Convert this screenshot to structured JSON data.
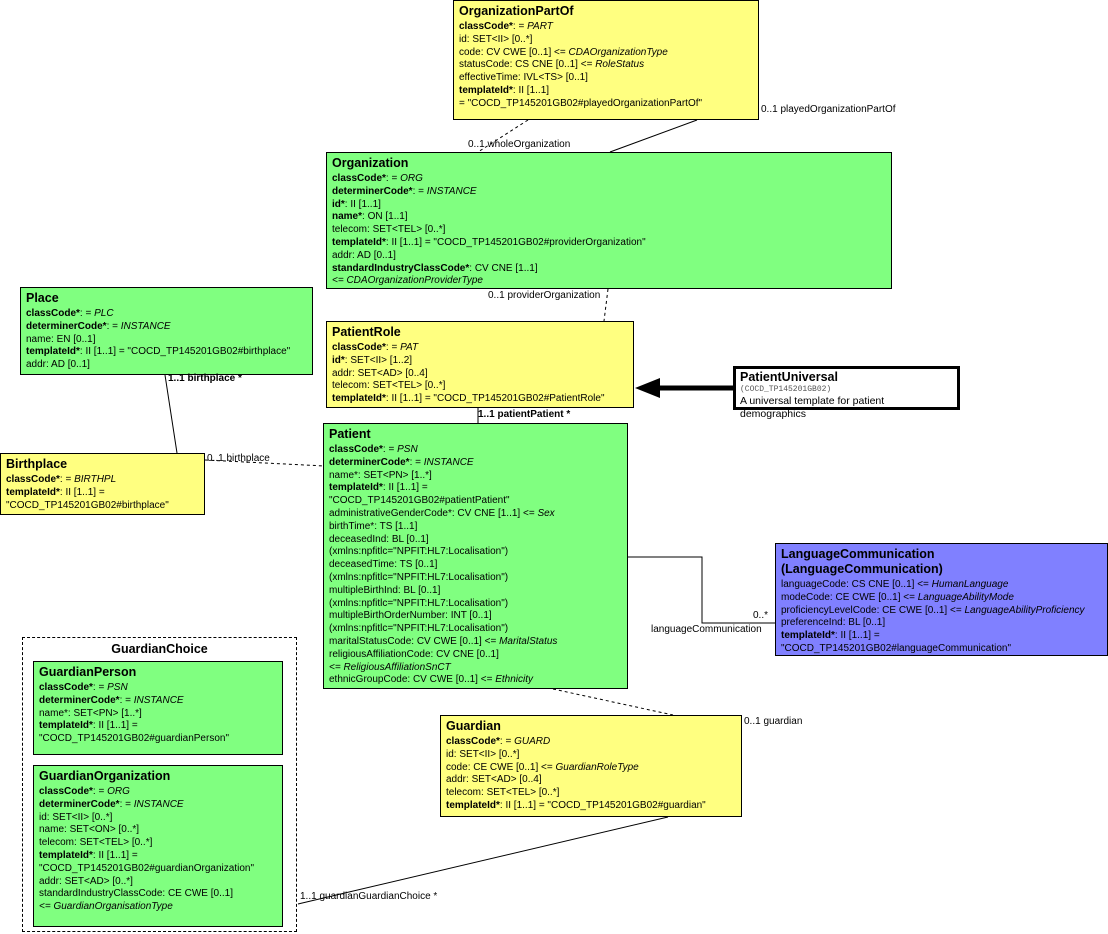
{
  "boxes": {
    "organizationPartOf": {
      "title": "OrganizationPartOf",
      "attrs": [
        {
          "name": "classCode*",
          "bold": true,
          "rest": ": = ",
          "italic": "PART"
        },
        {
          "name": "id",
          "bold": false,
          "rest": ": SET<II> [0..*]",
          "italic": ""
        },
        {
          "name": "code",
          "bold": false,
          "rest": ": CV CWE [0..1] <= ",
          "italic": "CDAOrganizationType"
        },
        {
          "name": "statusCode",
          "bold": false,
          "rest": ": CS CNE [0..1] <= ",
          "italic": "RoleStatus"
        },
        {
          "name": "effectiveTime",
          "bold": false,
          "rest": ": IVL<TS> [0..1]",
          "italic": ""
        },
        {
          "name": "templateId*",
          "bold": true,
          "rest": ": II [1..1]",
          "italic": ""
        },
        {
          "name": "",
          "bold": false,
          "rest": " = \"COCD_TP145201GB02#playedOrganizationPartOf\"",
          "italic": ""
        }
      ]
    },
    "organization": {
      "title": "Organization",
      "attrs": [
        {
          "name": "classCode*",
          "bold": true,
          "rest": ": = ",
          "italic": "ORG"
        },
        {
          "name": "determinerCode*",
          "bold": true,
          "rest": ": = ",
          "italic": "INSTANCE"
        },
        {
          "name": "id*",
          "bold": true,
          "rest": ": II [1..1]",
          "italic": ""
        },
        {
          "name": "name*",
          "bold": true,
          "rest": ": ON [1..1]",
          "italic": ""
        },
        {
          "name": "telecom",
          "bold": false,
          "rest": ": SET<TEL> [0..*]",
          "italic": ""
        },
        {
          "name": "templateId*",
          "bold": true,
          "rest": ": II [1..1] = \"COCD_TP145201GB02#providerOrganization\"",
          "italic": ""
        },
        {
          "name": "addr",
          "bold": false,
          "rest": ": AD [0..1]",
          "italic": ""
        },
        {
          "name": "standardIndustryClassCode*",
          "bold": true,
          "rest": ": CV CNE [1..1]",
          "italic": ""
        },
        {
          "name": "",
          "bold": false,
          "rest": " ",
          "italic": "<= CDAOrganizationProviderType"
        }
      ]
    },
    "place": {
      "title": "Place",
      "attrs": [
        {
          "name": "classCode*",
          "bold": true,
          "rest": ": = ",
          "italic": "PLC"
        },
        {
          "name": "determinerCode*",
          "bold": true,
          "rest": ": = ",
          "italic": "INSTANCE"
        },
        {
          "name": "name",
          "bold": false,
          "rest": ": EN [0..1]",
          "italic": ""
        },
        {
          "name": "templateId*",
          "bold": true,
          "rest": ": II [1..1] = \"COCD_TP145201GB02#birthplace\"",
          "italic": ""
        },
        {
          "name": "addr",
          "bold": false,
          "rest": ": AD [0..1]",
          "italic": ""
        }
      ]
    },
    "patientRole": {
      "title": "PatientRole",
      "attrs": [
        {
          "name": "classCode*",
          "bold": true,
          "rest": ": = ",
          "italic": "PAT"
        },
        {
          "name": "id*",
          "bold": true,
          "rest": ": SET<II> [1..2]",
          "italic": ""
        },
        {
          "name": "addr",
          "bold": false,
          "rest": ": SET<AD> [0..4]",
          "italic": ""
        },
        {
          "name": "telecom",
          "bold": false,
          "rest": ": SET<TEL> [0..*]",
          "italic": ""
        },
        {
          "name": "templateId*",
          "bold": true,
          "rest": ": II [1..1] = \"COCD_TP145201GB02#PatientRole\"",
          "italic": ""
        }
      ]
    },
    "patientUniversal": {
      "title": "PatientUniversal",
      "code": "(COCD_TP145201GB02)",
      "desc": "A universal template for patient demographics"
    },
    "birthplace": {
      "title": "Birthplace",
      "attrs": [
        {
          "name": "classCode*",
          "bold": true,
          "rest": ": = ",
          "italic": "BIRTHPL"
        },
        {
          "name": "templateId*",
          "bold": true,
          "rest": ": II [1..1] =",
          "italic": ""
        },
        {
          "name": "",
          "bold": false,
          "rest": "\"COCD_TP145201GB02#birthplace\"",
          "italic": ""
        }
      ]
    },
    "patient": {
      "title": "Patient",
      "attrs": [
        {
          "name": "classCode*",
          "bold": true,
          "rest": ": = ",
          "italic": "PSN"
        },
        {
          "name": "determinerCode*",
          "bold": true,
          "rest": ": = ",
          "italic": "INSTANCE"
        },
        {
          "name": "name*",
          "bold": false,
          "rest": ": SET<PN> [1..*]",
          "italic": ""
        },
        {
          "name": "templateId*",
          "bold": true,
          "rest": ": II [1..1] =",
          "italic": ""
        },
        {
          "name": "",
          "bold": false,
          "rest": "\"COCD_TP145201GB02#patientPatient\"",
          "italic": ""
        },
        {
          "name": "administrativeGenderCode*",
          "bold": false,
          "rest": ": CV CNE [1..1] <= ",
          "italic": "Sex"
        },
        {
          "name": "birthTime*",
          "bold": false,
          "rest": ": TS [1..1]",
          "italic": ""
        },
        {
          "name": "deceasedInd",
          "bold": false,
          "rest": ": BL [0..1]",
          "italic": ""
        },
        {
          "name": "",
          "bold": false,
          "rest": "(xmlns:npfitlc=\"NPFIT:HL7:Localisation\")",
          "italic": ""
        },
        {
          "name": "deceasedTime",
          "bold": false,
          "rest": ": TS [0..1]",
          "italic": ""
        },
        {
          "name": "",
          "bold": false,
          "rest": "(xmlns:npfitlc=\"NPFIT:HL7:Localisation\")",
          "italic": ""
        },
        {
          "name": "multipleBirthInd",
          "bold": false,
          "rest": ": BL [0..1]",
          "italic": ""
        },
        {
          "name": "",
          "bold": false,
          "rest": " (xmlns:npfitlc=\"NPFIT:HL7:Localisation\")",
          "italic": ""
        },
        {
          "name": "multipleBirthOrderNumber",
          "bold": false,
          "rest": ": INT [0..1]",
          "italic": ""
        },
        {
          "name": "",
          "bold": false,
          "rest": " (xmlns:npfitlc=\"NPFIT:HL7:Localisation\")",
          "italic": ""
        },
        {
          "name": "maritalStatusCode",
          "bold": false,
          "rest": ": CV CWE [0..1] <= ",
          "italic": "MaritalStatus"
        },
        {
          "name": "religiousAffiliationCode",
          "bold": false,
          "rest": ": CV CNE [0..1]",
          "italic": ""
        },
        {
          "name": "",
          "bold": false,
          "rest": " ",
          "italic": "<= ReligiousAffiliationSnCT"
        },
        {
          "name": "ethnicGroupCode",
          "bold": false,
          "rest": ": CV CWE [0..1] <= ",
          "italic": "Ethnicity"
        }
      ]
    },
    "languageCommunication": {
      "title": "LanguageCommunication",
      "title2": "(LanguageCommunication)",
      "attrs": [
        {
          "name": "languageCode",
          "bold": false,
          "rest": ": CS CNE [0..1] <= ",
          "italic": "HumanLanguage"
        },
        {
          "name": "modeCode",
          "bold": false,
          "rest": ": CE CWE [0..1] <= ",
          "italic": "LanguageAbilityMode"
        },
        {
          "name": "proficiencyLevelCode",
          "bold": false,
          "rest": ": CE CWE [0..1] <= ",
          "italic": "LanguageAbilityProficiency"
        },
        {
          "name": "preferenceInd",
          "bold": false,
          "rest": ": BL [0..1]",
          "italic": ""
        },
        {
          "name": "templateId*",
          "bold": true,
          "rest": ": II [1..1] =",
          "italic": ""
        },
        {
          "name": "",
          "bold": false,
          "rest": "\"COCD_TP145201GB02#languageCommunication\"",
          "italic": ""
        }
      ]
    },
    "guardianChoice": {
      "title": "GuardianChoice"
    },
    "guardianPerson": {
      "title": "GuardianPerson",
      "attrs": [
        {
          "name": "classCode*",
          "bold": true,
          "rest": ": = ",
          "italic": "PSN"
        },
        {
          "name": "determinerCode*",
          "bold": true,
          "rest": ": = ",
          "italic": "INSTANCE"
        },
        {
          "name": "name*",
          "bold": false,
          "rest": ": SET<PN> [1..*]",
          "italic": ""
        },
        {
          "name": "templateId*",
          "bold": true,
          "rest": ": II [1..1] =",
          "italic": ""
        },
        {
          "name": "",
          "bold": false,
          "rest": "\"COCD_TP145201GB02#guardianPerson\"",
          "italic": ""
        }
      ]
    },
    "guardianOrganization": {
      "title": "GuardianOrganization",
      "attrs": [
        {
          "name": "classCode*",
          "bold": true,
          "rest": ": = ",
          "italic": "ORG"
        },
        {
          "name": "determinerCode*",
          "bold": true,
          "rest": ": = ",
          "italic": "INSTANCE"
        },
        {
          "name": "id",
          "bold": false,
          "rest": ": SET<II> [0..*]",
          "italic": ""
        },
        {
          "name": "name",
          "bold": false,
          "rest": ": SET<ON> [0..*]",
          "italic": ""
        },
        {
          "name": "telecom",
          "bold": false,
          "rest": ": SET<TEL> [0..*]",
          "italic": ""
        },
        {
          "name": "templateId*",
          "bold": true,
          "rest": ": II [1..1] =",
          "italic": ""
        },
        {
          "name": "",
          "bold": false,
          "rest": "\"COCD_TP145201GB02#guardianOrganization\"",
          "italic": ""
        },
        {
          "name": "addr",
          "bold": false,
          "rest": ": SET<AD> [0..*]",
          "italic": ""
        },
        {
          "name": "standardIndustryClassCode",
          "bold": false,
          "rest": ": CE CWE [0..1]",
          "italic": ""
        },
        {
          "name": "",
          "bold": false,
          "rest": " ",
          "italic": "<= GuardianOrganisationType"
        }
      ]
    },
    "guardian": {
      "title": "Guardian",
      "attrs": [
        {
          "name": "classCode*",
          "bold": true,
          "rest": ": = ",
          "italic": "GUARD"
        },
        {
          "name": "id",
          "bold": false,
          "rest": ": SET<II> [0..*]",
          "italic": ""
        },
        {
          "name": "code",
          "bold": false,
          "rest": ": CE CWE [0..1] <= ",
          "italic": "GuardianRoleType"
        },
        {
          "name": "addr",
          "bold": false,
          "rest": ": SET<AD> [0..4]",
          "italic": ""
        },
        {
          "name": "telecom",
          "bold": false,
          "rest": ": SET<TEL> [0..*]",
          "italic": ""
        },
        {
          "name": "templateId*",
          "bold": true,
          "rest": ": II [1..1] = \"COCD_TP145201GB02#guardian\"",
          "italic": ""
        }
      ]
    }
  },
  "labels": {
    "playedOrganizationPartOf": "0..1 playedOrganizationPartOf",
    "wholeOrganization": "0..1 wholeOrganization",
    "providerOrganization": "0..1 providerOrganization",
    "birthplaceRole": "1..1 birthplace  *",
    "patientPatient": "1..1 patientPatient  *",
    "birthplace": "0..1 birthplace",
    "languageMult": "0..*",
    "languageCommunication": "languageCommunication",
    "guardian": "0..1 guardian",
    "guardianGuardianChoice": "1..1 guardianGuardianChoice  *"
  }
}
